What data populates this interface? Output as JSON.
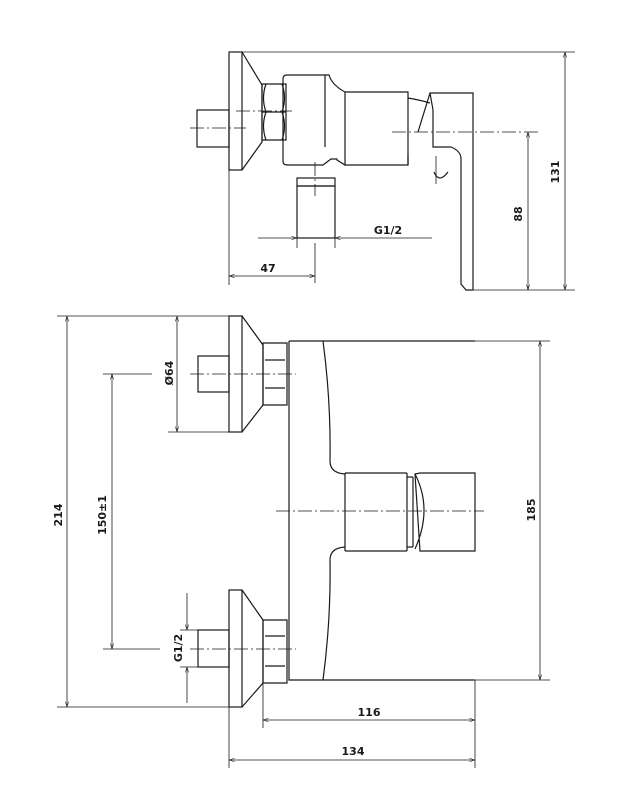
{
  "drawing": {
    "side_view": {
      "dimensions": {
        "outlet_thread": "G1/2",
        "wall_to_outlet": "47",
        "axis_height": "88",
        "total_height": "131"
      }
    },
    "front_view": {
      "dimensions": {
        "total_height": "214",
        "rosette_diameter": "Ø64",
        "inlet_spacing": "150±1",
        "inlet_thread": "G1/2",
        "body_height": "185",
        "body_depth": "116",
        "total_depth": "134"
      }
    },
    "color": "#1a1a1a"
  }
}
